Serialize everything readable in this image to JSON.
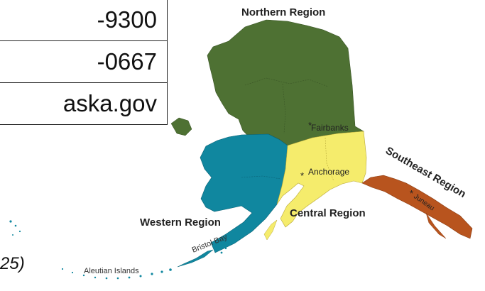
{
  "contact": {
    "phone": "-9300",
    "fax": "-0667",
    "web": "aska.gov"
  },
  "footnote": "25)",
  "map": {
    "regions": [
      {
        "name": "Northern Region",
        "color": "#4e7133"
      },
      {
        "name": "Western Region",
        "color": "#10879f"
      },
      {
        "name": "Central Region",
        "color": "#f5ec6c"
      },
      {
        "name": "Southeast Region",
        "color": "#b8541e"
      }
    ],
    "cities": [
      "Fairbanks",
      "Anchorage",
      "Juneau"
    ],
    "features": [
      "Bristol Bay",
      "Aleutian Islands"
    ]
  }
}
